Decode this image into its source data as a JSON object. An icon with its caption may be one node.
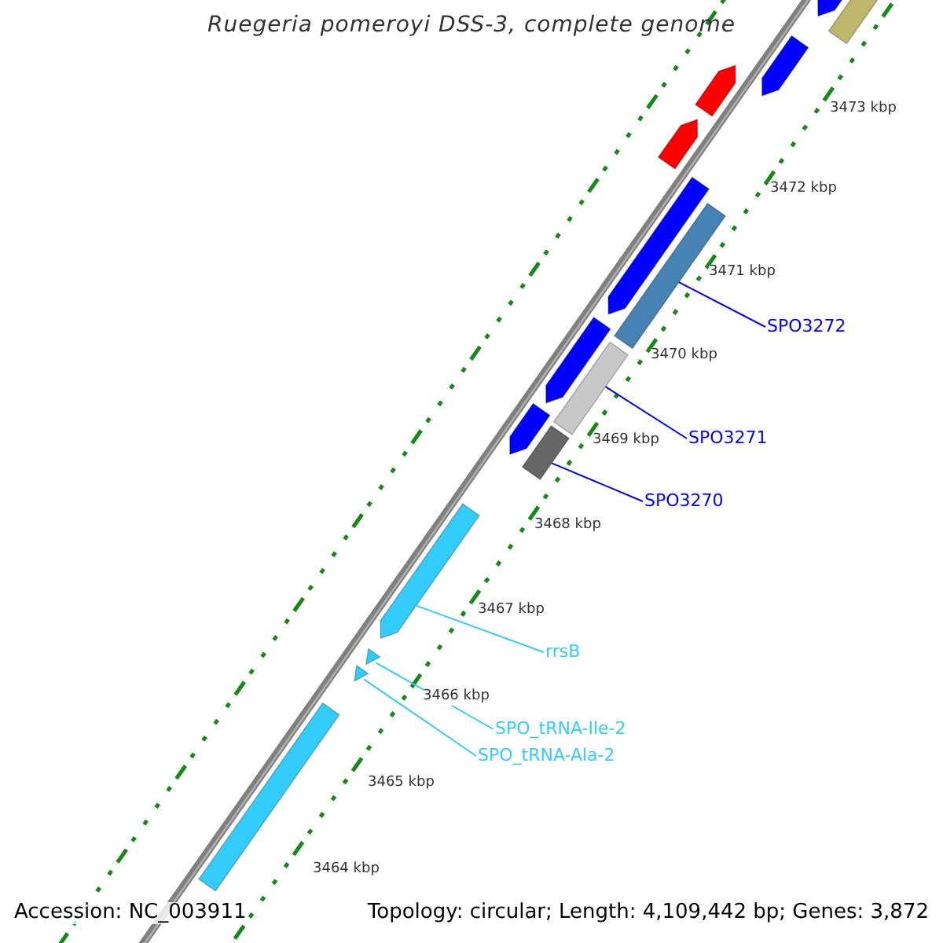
{
  "diagram": {
    "title": "Ruegeria pomeroyi DSS-3, complete genome",
    "nodes": [
      {
        "text": [
          "SPO3272"
        ]
      },
      {
        "text": [],
        "shape": "bar"
      },
      {
        "text": [
          "SPO3271"
        ]
      },
      {
        "text": [],
        "shape": "bar"
      },
      {
        "text": [
          "SPO3270"
        ]
      },
      {
        "text": [],
        "shape": "bar"
      },
      {
        "text": [
          "rrsB"
        ]
      },
      {
        "text": [],
        "shape": "bar"
      },
      {
        "text": [
          "SPO_tRNA-Ile-2"
        ]
      },
      {
        "text": [],
        "shape": "bar"
      },
      {
        "text": [
          "SPO_tRNA-Ala-2"
        ]
      },
      {
        "text": [],
        "shape": "bar"
      },
      {
        "text": [],
        "shape": "bar"
      },
      {
        "text": [],
        "shape": "bar"
      },
      {
        "text": [],
        "shape": "bar"
      },
      {
        "text": [],
        "shape": "bar"
      },
      {
        "text": [],
        "shape": "bar"
      },
      {
        "text": [],
        "shape": "bar"
      },
      {
        "text": [],
        "shape": "bar"
      },
      {
        "text": [],
        "shape": "bar"
      },
      {
        "text": [],
        "shape": "bar"
      }
    ],
    "edges": [
      {
        "from": 0,
        "to": 1,
        "arrow": "none",
        "color": "#0000ff"
      },
      {
        "from": 2,
        "to": 3,
        "arrow": "none",
        "color": "#0000ff"
      },
      {
        "from": 4,
        "to": 5,
        "arrow": "none",
        "color": "#0000ff"
      },
      {
        "from": 6,
        "to": 7,
        "arrow": "none",
        "color": "#33ccff"
      },
      {
        "from": 8,
        "to": 9,
        "arrow": "none",
        "color": "#33ccff"
      },
      {
        "from": 10,
        "to": 11,
        "arrow": "none",
        "color": "#33ccff"
      }
    ],
    "labels": [
      "3473 kbp",
      "3472 kbp",
      "3471 kbp",
      "3470 kbp",
      "3469 kbp",
      "3468 kbp",
      "3467 kbp",
      "3466 kbp",
      "3465 kbp",
      "3464 kbp",
      "Accession: NC_003911",
      "Topology: circular; Length: 4,109,442 bp; Genes: 3,872"
    ]
  }
}
